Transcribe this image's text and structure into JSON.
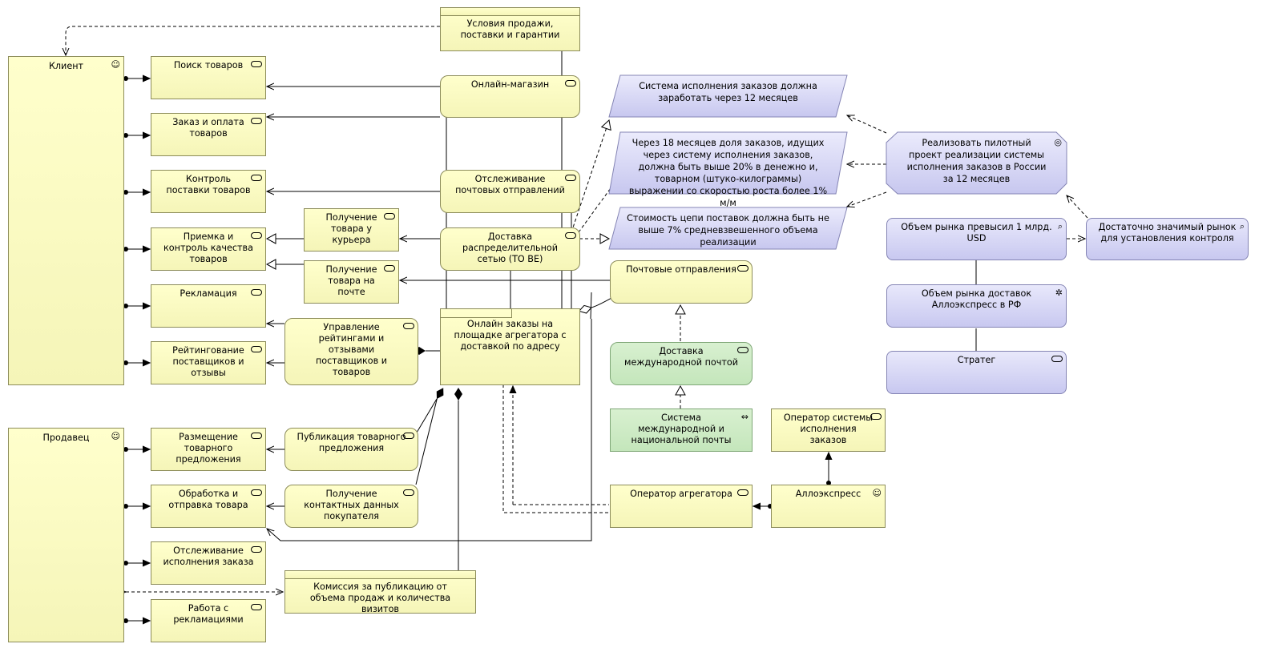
{
  "elements": {
    "client": "Клиент",
    "seller": "Продавец",
    "sale_terms": "Условия продажи, поставки и гарантии",
    "search": "Поиск товаров",
    "order_pay": "Заказ и оплата товаров",
    "delivery_control": "Контроль поставки товаров",
    "receive_control": "Приемка и контроль качества товаров",
    "claims": "Рекламация",
    "rating": "Рейтингование поставщиков и отзывы",
    "courier": "Получение товара у курьера",
    "post_receive": "Получение товара на почте",
    "manage_ratings": "Управление рейтингами и отзывами поставщиков и товаров",
    "online_shop": "Онлайн-магазин",
    "tracking": "Отслеживание почтовых отправлений",
    "distrib": "Доставка распределительной сетью (TO BE)",
    "online_orders": "Онлайн заказы на площадке агрегатора с доставкой по адресу",
    "postal": "Почтовые отправления",
    "intl_delivery": "Доставка международной почтой",
    "intl_system": "Система международной и национальной почты",
    "placement": "Размещение товарного предложения",
    "processing": "Обработка и отправка товара",
    "exec_tracking": "Отслеживание исполнения заказа",
    "claims_work": "Работа с рекламациями",
    "publish": "Публикация товарного предложения",
    "contacts": "Получение контактных данных покупателя",
    "commission": "Комиссия за публикацию от объема продаж и количества визитов",
    "aggregator": "Оператор агрегатора",
    "alloexpress": "Аллоэкспресс",
    "order_system_op": "Оператор системы исполнения заказов",
    "req1": "Система исполнения заказов должна заработать через 12 месяцев",
    "req2": "Через 18 месяцев доля заказов, идущих через систему исполнения заказов, должна быть выше 20% в денежно и, товарном (штуко-килограммы) выражении со скоростью роста более 1% м/м",
    "req3": "Стоимость цепи поставок должна быть не выше 7% средневзвешенного объема реализации",
    "goal": "Реализовать пилотный проект реализации системы исполнения заказов в России за 12 месяцев",
    "market1": "Объем рынка превысил 1 млрд. USD",
    "market2": "Достаточно значимый рынок для установления контроля",
    "market3": "Объем рынка доставок Аллоэкспресс в РФ",
    "strategist": "Стратег"
  },
  "icons": {
    "actor": "stick-figure-icon",
    "service": "service-pill-icon",
    "goal": "target-icon",
    "assessment": "magnifier-icon",
    "driver": "wheel-icon",
    "interface": "double-arrow-icon"
  },
  "colors": {
    "business": "#ffffcc",
    "technology": "#c9e8c0",
    "motivation": "#ccccf5"
  }
}
